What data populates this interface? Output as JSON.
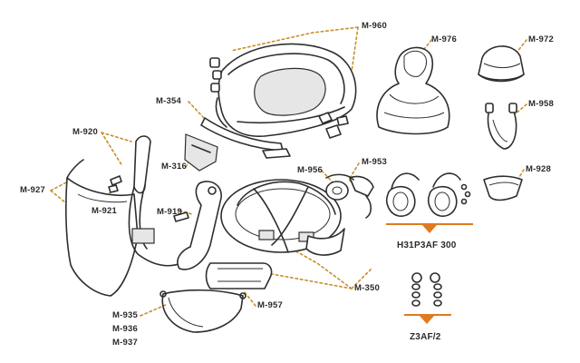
{
  "diagram": {
    "part_labels": {
      "m960": "M-960",
      "m976": "M-976",
      "m972": "M-972",
      "m354": "M-354",
      "m958": "M-958",
      "m920": "M-920",
      "m316": "M-316",
      "m953": "M-953",
      "m956": "M-956",
      "m928": "M-928",
      "m927": "M-927",
      "m921": "M-921",
      "m919": "M-919",
      "m350": "M-350",
      "m957": "M-957",
      "m935": "M-935",
      "m936": "M-936",
      "m937": "M-937"
    },
    "kits": {
      "h31p3af300": "H31P3AF 300",
      "z3af2": "Z3AF/2"
    },
    "colors": {
      "leader": "#c8902a",
      "kit_accent": "#e07a1f",
      "line_art": "#2e2e2e"
    }
  }
}
